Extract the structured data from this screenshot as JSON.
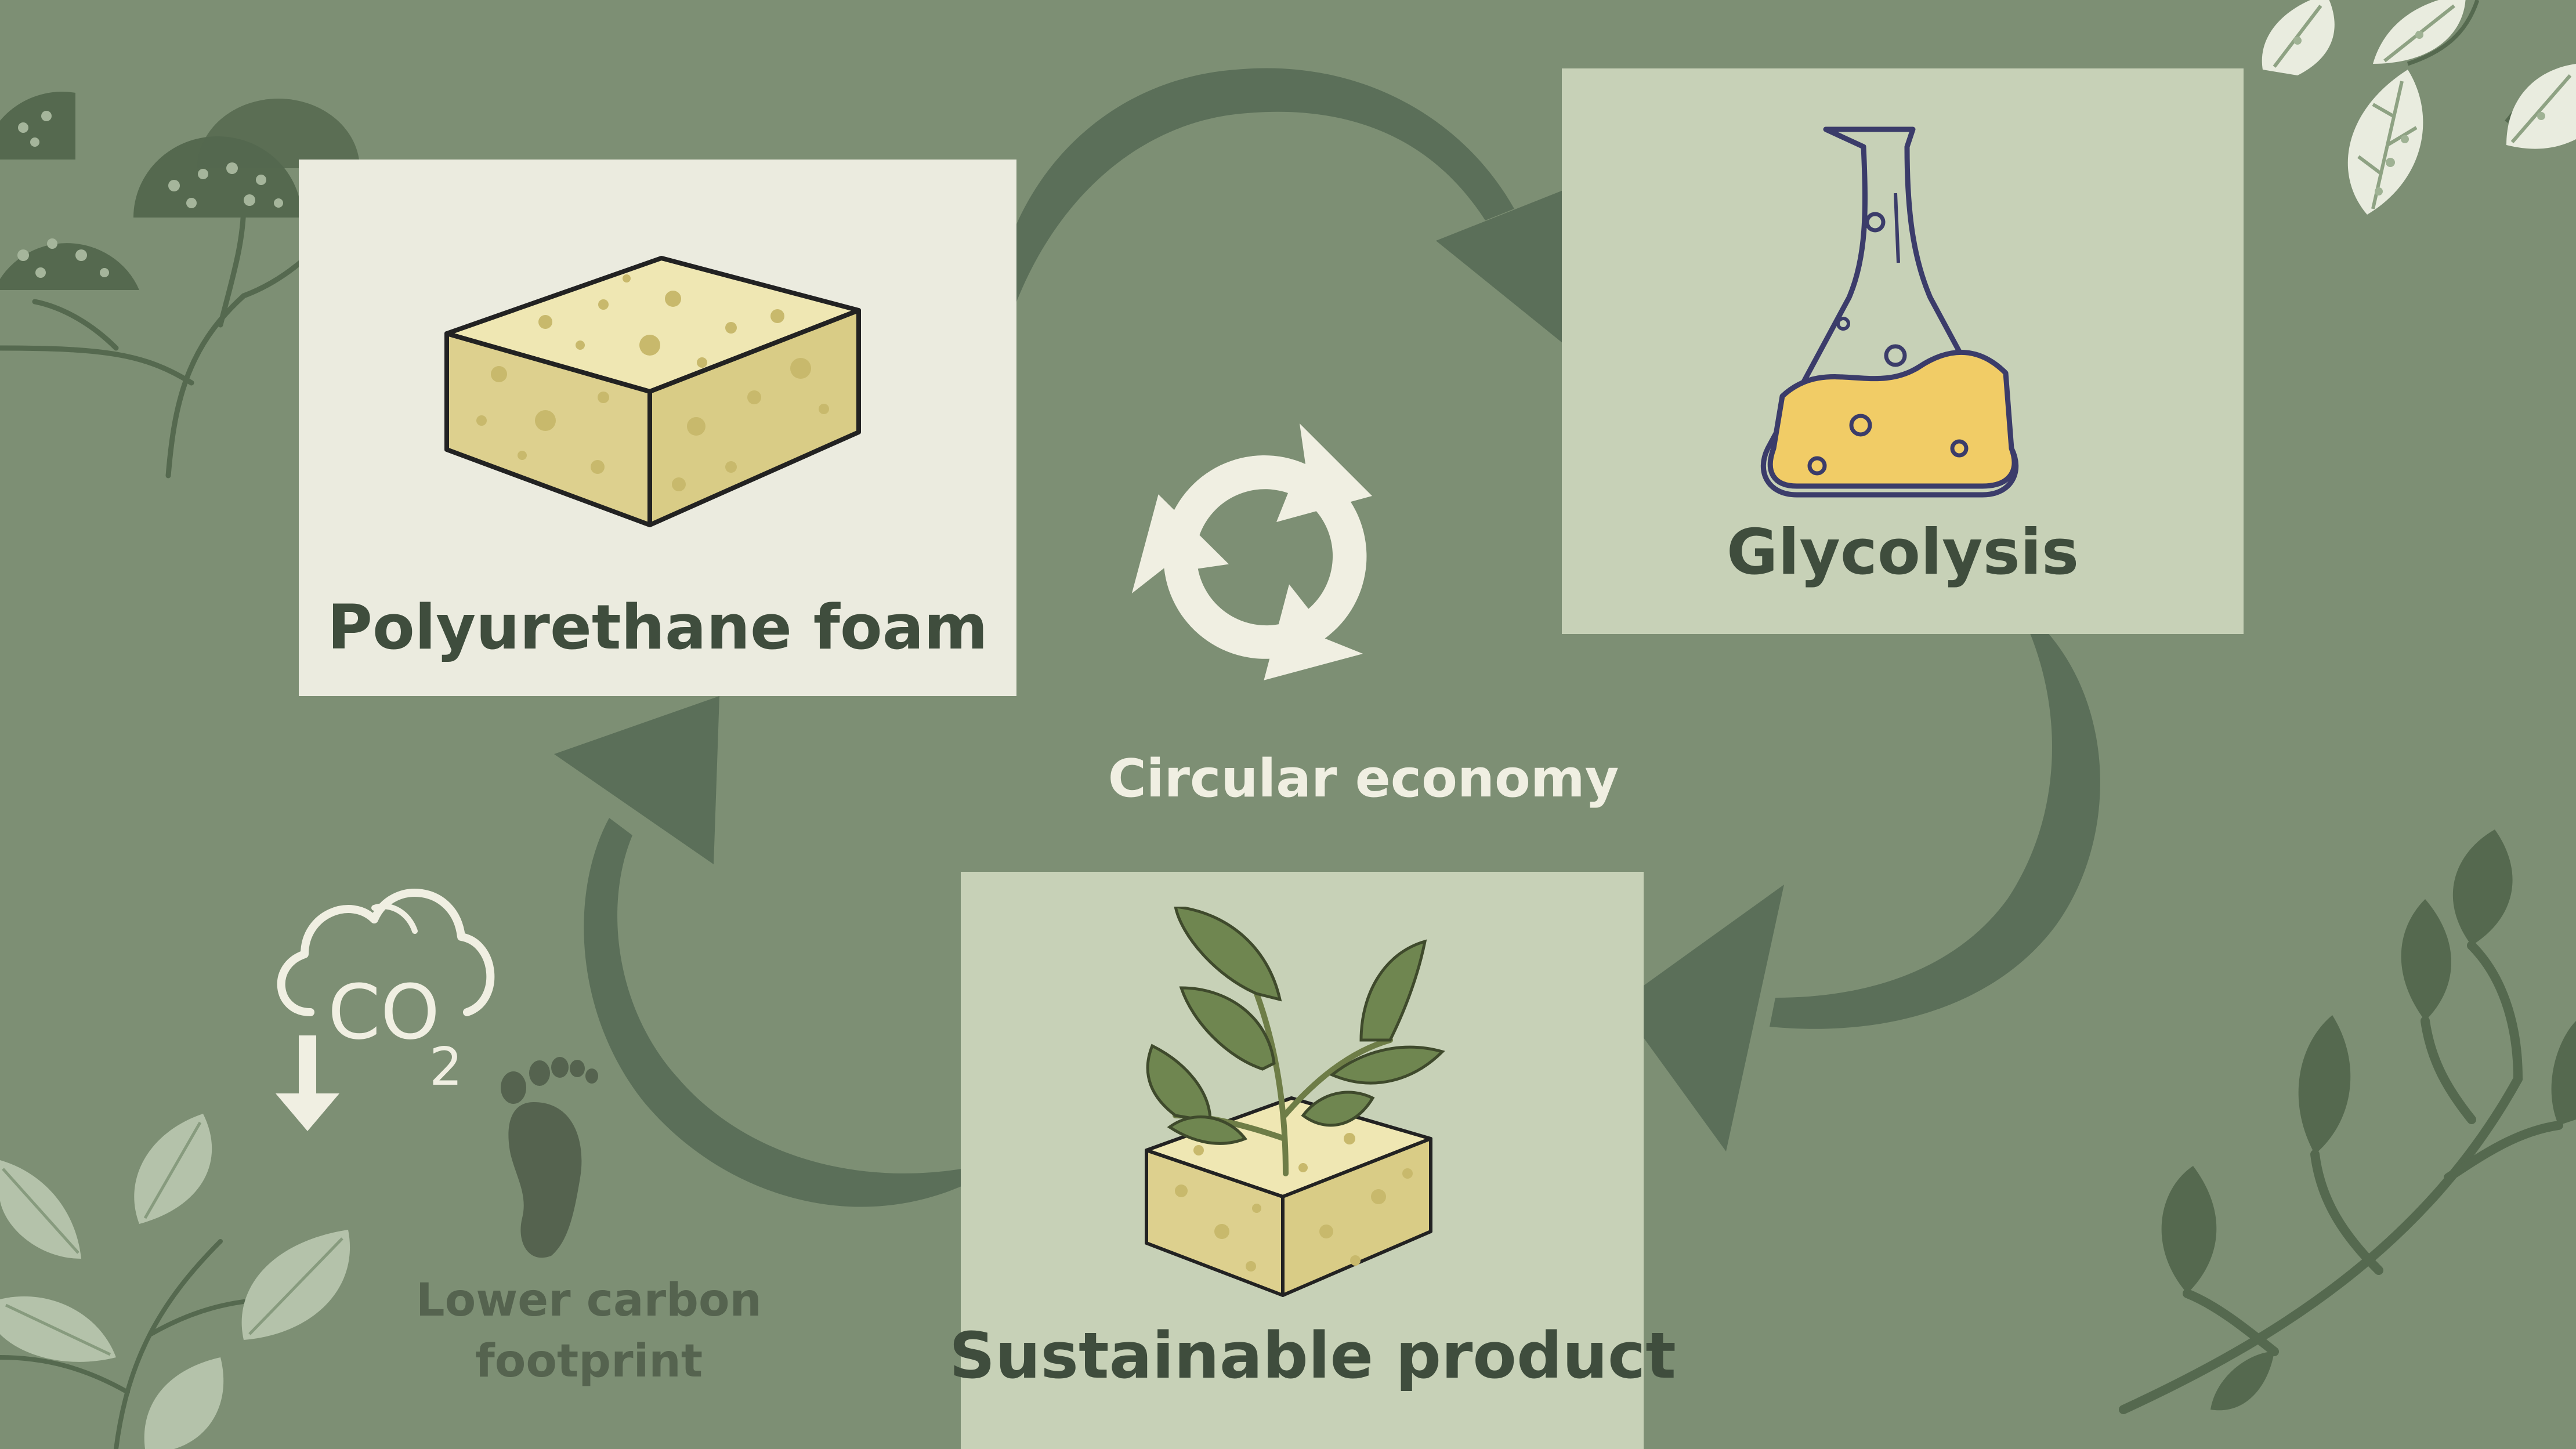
{
  "nodes": {
    "foam": {
      "label": "Polyurethane foam"
    },
    "glycolysis": {
      "label": "Glycolysis"
    },
    "product": {
      "label": "Sustainable product"
    }
  },
  "center": {
    "label": "Circular economy"
  },
  "carbon": {
    "line1": "Lower carbon",
    "line2": "footprint",
    "co2_text": "CO",
    "co2_sub": "2"
  },
  "colors": {
    "background": "#7d8f74",
    "arrow": "#5b6f59",
    "text_dark": "#3f4d3d",
    "recycle": "#f0efe2",
    "box_light": "#ebebdf",
    "box_green": "#c7d1b7"
  },
  "icons": [
    "recycle-icon",
    "sponge-icon",
    "flask-icon",
    "plant-icon",
    "co2-cloud-icon",
    "footprint-icon",
    "leaf-icon",
    "branch-icon"
  ]
}
